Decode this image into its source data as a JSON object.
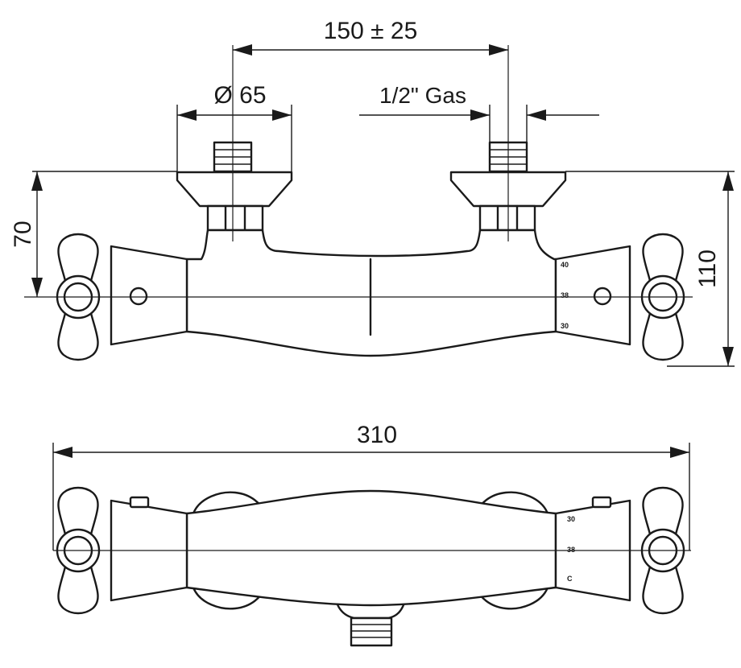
{
  "dimensions": {
    "spacing": "150 ± 25",
    "diameter": "Ø 65",
    "thread": "1/2\" Gas",
    "height_inlet": "70",
    "height_total": "110",
    "length_total": "310"
  },
  "scale_front": [
    "40",
    "38",
    "30"
  ],
  "scale_bottom": [
    "30",
    "38",
    "C"
  ]
}
